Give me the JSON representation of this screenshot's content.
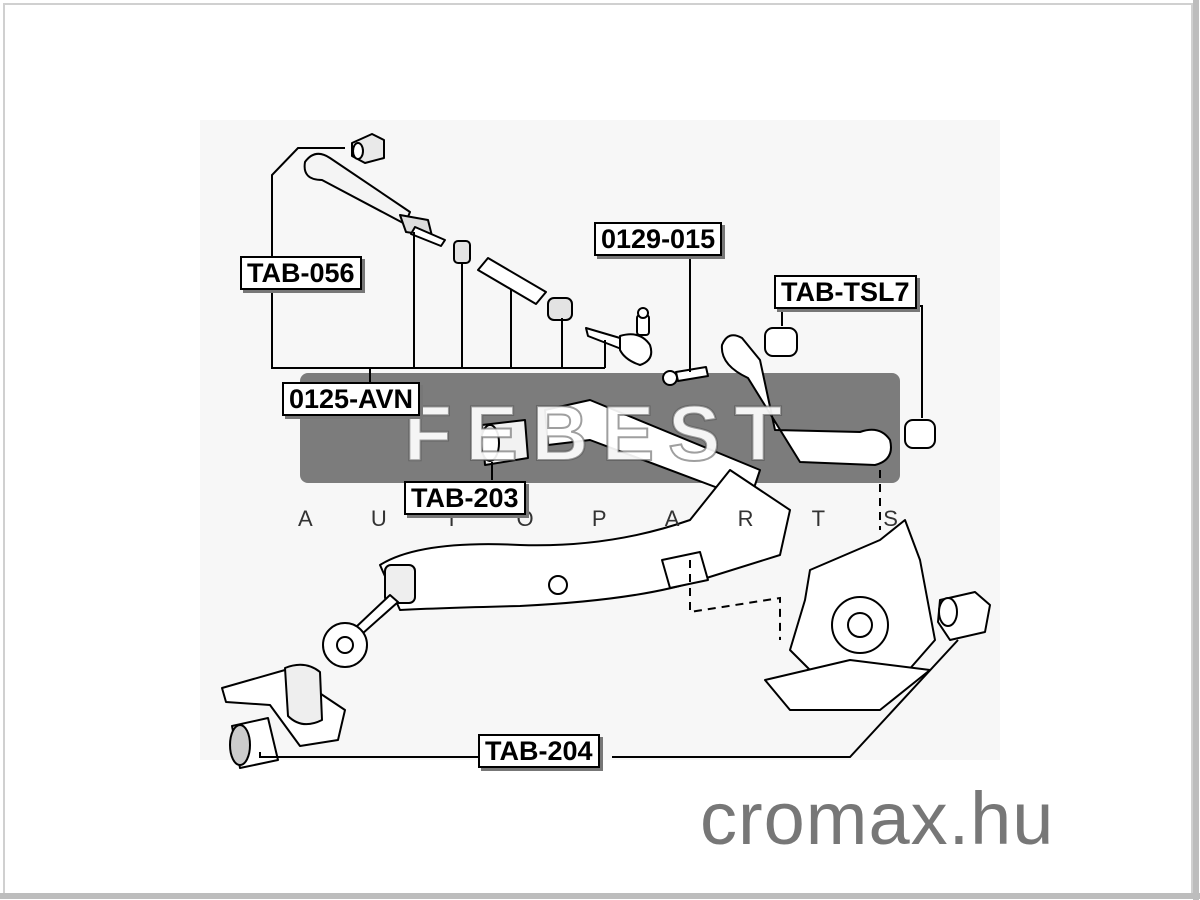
{
  "labels": {
    "tab_056": "TAB-056",
    "p0129_015": "0129-015",
    "tab_tsl7": "TAB-TSL7",
    "p0125_avn": "0125-AVN",
    "tab_203": "TAB-203",
    "tab_204": "TAB-204"
  },
  "watermark": {
    "brand": "FEBEST",
    "sub_letters": [
      "A",
      "U",
      "T",
      "O",
      "P",
      "A",
      "R",
      "T",
      "S"
    ]
  },
  "site": "cromax.hu",
  "colors": {
    "line": "#000000",
    "watermark_band": "#6b6b6b",
    "site_text": "#777777",
    "frame_shadow": "#bdbdbd"
  }
}
